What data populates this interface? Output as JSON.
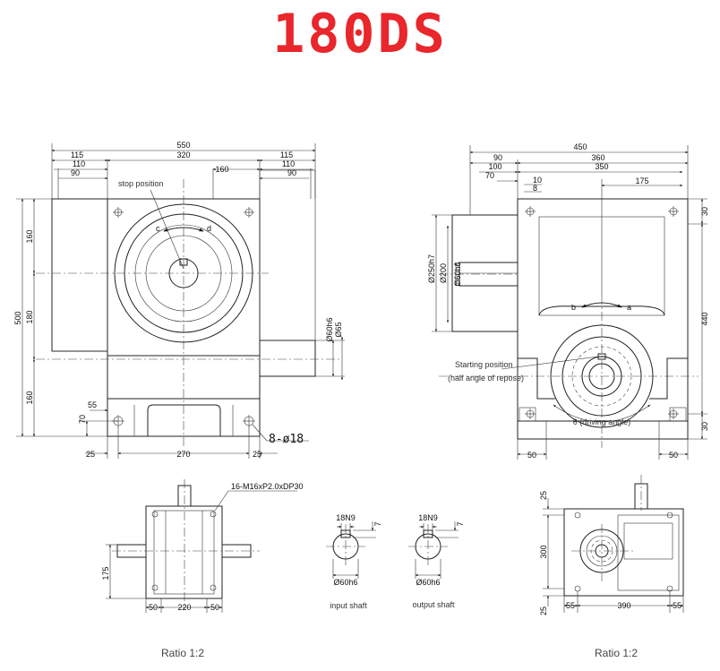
{
  "title": "180DS",
  "front_view": {
    "dims_top": [
      "550",
      "320",
      "160",
      "115",
      "110",
      "90",
      "115",
      "110",
      "90"
    ],
    "dims_left": [
      "500",
      "160",
      "180",
      "160"
    ],
    "dims_bottom": [
      "25",
      "270",
      "25",
      "55",
      "70"
    ],
    "dims_right": [
      "Ø60h6",
      "Ø65"
    ],
    "labels": {
      "stop_position": "stop position",
      "c": "c",
      "d": "d",
      "holes": "8-ø18"
    }
  },
  "side_view": {
    "dims_top": [
      "450",
      "90",
      "360",
      "100",
      "350",
      "70",
      "10",
      "8",
      "175"
    ],
    "dims_left": [
      "Ø250h7",
      "Ø200",
      "Ø60h6"
    ],
    "dims_right": [
      "30",
      "440",
      "30"
    ],
    "dims_bottom": [
      "50",
      "50"
    ],
    "labels": {
      "a": "a",
      "b": "b",
      "starting_position": "Starting position",
      "half_angle": "(half angle of repose)",
      "driving_angle": "θ (driving angle)"
    }
  },
  "bottom_left": {
    "tap": "16-M16xP2.0xDP30",
    "dim_left": "175",
    "dims_bottom": [
      "50",
      "220",
      "50"
    ],
    "caption": "Ratio 1:2"
  },
  "shafts": {
    "input": {
      "key": "18N9",
      "depth": "7",
      "dia": "Ø60h6",
      "label": "input shaft"
    },
    "output": {
      "key": "18N9",
      "depth": "7",
      "dia": "Ø60h6",
      "label": "output shaft"
    }
  },
  "bottom_right": {
    "dims_left": [
      "25",
      "300",
      "25"
    ],
    "dims_bottom": [
      "55",
      "390",
      "55"
    ],
    "caption": "Ratio 1:2"
  }
}
